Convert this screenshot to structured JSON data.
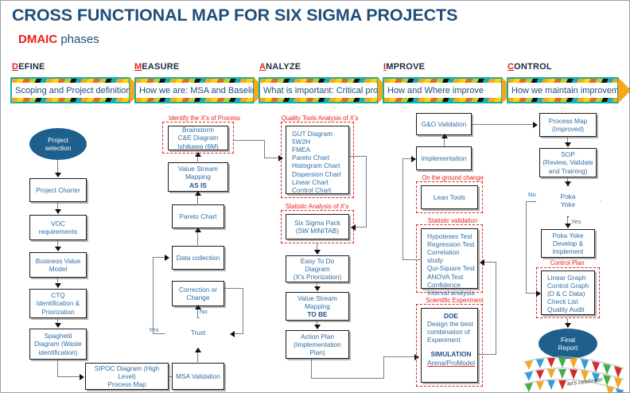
{
  "title": "CROSS FUNCTIONAL MAP FOR SIX SIGMA PROJECTS",
  "subtitle": {
    "emphasis": "DMAIC",
    "rest": " phases"
  },
  "colors": {
    "title_blue": "#1f4e79",
    "accent_red": "#e8201a",
    "banner_teal": "#17b0ac",
    "arrow_tip": "#f5a81c",
    "node_text": "#2e6da4",
    "oval_fill": "#1f5f8b",
    "connector": "#7f7f7f"
  },
  "phases": [
    {
      "initial": "D",
      "rest": "EFINE",
      "banner": "Scoping and Project definition"
    },
    {
      "initial": "M",
      "rest": "EASURE",
      "banner": "How we are: MSA and Baseline"
    },
    {
      "initial": "A",
      "rest": "NALYZE",
      "banner": "What is important: Critical process"
    },
    {
      "initial": "I",
      "rest": "MPROVE",
      "banner": "How and Where improve"
    },
    {
      "initial": "C",
      "rest": "ONTROL",
      "banner": "How we maintain improvements"
    }
  ],
  "define": {
    "start": "Project\nselection",
    "nodes": [
      "Project Charter",
      "VOC\nrequirements",
      "Business Value\nModel",
      "CTQ\nIdentification &\nPriorization",
      "Spaghetti\nDiagram (Waste\nidentification)",
      "SIPOC Diagram (High Level)\nProcess Map"
    ]
  },
  "measure": {
    "group_caption": "Identify the X's of Process",
    "brainstorm": "Brainstorm\nC&E Diagram\nIshikawa (6M)",
    "vsm_line1": "Value Stream",
    "vsm_line2": "Mapping",
    "vsm_bold": "AS IS",
    "pareto": "Pareto Chart",
    "data_collection": "Data collection",
    "correction": "Correction or\nChange",
    "decision": "Trust",
    "decision_yes": "Yes",
    "decision_no": "No",
    "msa": "MSA Validation"
  },
  "analyze": {
    "quality_caption": "Quality Tools Analysis of X's",
    "quality_tools": [
      "GUT Diagram",
      "5W2H",
      "FMEA",
      "Pareto Chart",
      "Histogram Chart",
      "Dispersion Chart",
      "Linear Chart",
      "Control Chart"
    ],
    "statistic_caption": "Statistic Analysis of X's",
    "six_sigma_pack": "Six Sigma Pack\n(SW MINITAB)",
    "easy_to_do": "Easy To Do\nDiagram\n(X's Priorization)",
    "vsm_line1": "Value Stream",
    "vsm_line2": "Mapping",
    "vsm_bold": "TO BE",
    "action_plan": "Action Plan\n(Implementation\nPlan)"
  },
  "improve": {
    "go_validation": "G&O Validation",
    "implementation": "Implementation",
    "ground_caption": "On the ground change",
    "lean_tools": "Lean Tools",
    "statistic_caption": "Statistic validation",
    "statistic_items": [
      "Hypoteses Test",
      "Regression Test",
      "Correlation study",
      "Qui-Square Test",
      "ANOVA Test",
      "Confidence",
      "Interval analysis"
    ],
    "experiment_caption": "Scientific Experiment",
    "doe_title": "DOE",
    "doe_body": "Design the best\ncombination of\nExperiment",
    "simulation_title": "SIMULATION",
    "simulation_body": "Arena/ProModel"
  },
  "control": {
    "process_map": "Process Map\n(Improved)",
    "sop": "SOP\n(Review, Validate\nand Training)",
    "decision": "Poka\nYoke",
    "decision_no": "No",
    "decision_yes": "Yes",
    "poka_develop": "Poka Yoke\nDevelop &\nImplement",
    "control_plan_caption": "Control Plan",
    "control_plan_items": [
      "Linear Graph",
      "Control Graph",
      "(D & C Data)",
      "Check List",
      "Quality Audit"
    ],
    "final_report": "Final\nReport",
    "celebrate": "let's celebrate!"
  }
}
